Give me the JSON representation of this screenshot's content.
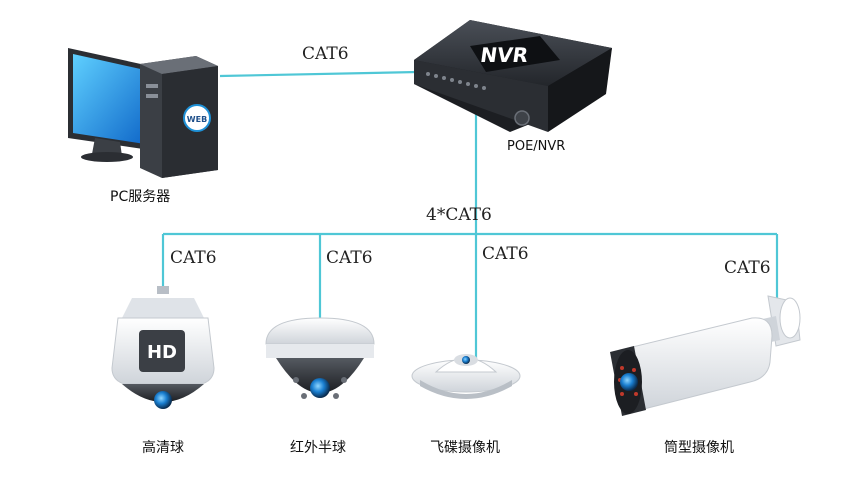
{
  "links": {
    "pc_to_nvr": "CAT6",
    "trunk": "4*CAT6",
    "branch_1": "CAT6",
    "branch_2": "CAT6",
    "branch_3": "CAT6",
    "branch_4": "CAT6"
  },
  "devices": {
    "pc": "PC服务器",
    "nvr": "POE/NVR",
    "nvr_badge": "NVR",
    "web_badge": "WEB",
    "hd_badge": "HD",
    "cam_hd_speed_dome": "高清球",
    "cam_ir_dome": "红外半球",
    "cam_fisheye": "飞碟摄像机",
    "cam_bullet": "筒型摄像机"
  },
  "colors": {
    "cable": "#4fc7d6",
    "device_gray": "#3b3f45",
    "accent_blue": "#1e90d6"
  }
}
